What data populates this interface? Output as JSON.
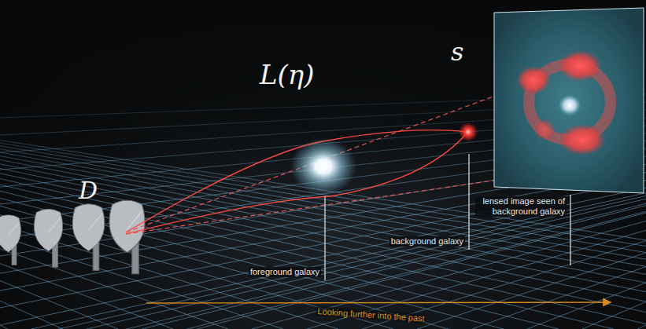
{
  "diagram": {
    "labels": [
      "D",
      "L(η)",
      "s",
      "foreground galaxy",
      "background galaxy",
      "lensed image seen of background galaxy",
      "Looking further into the past"
    ]
  }
}
